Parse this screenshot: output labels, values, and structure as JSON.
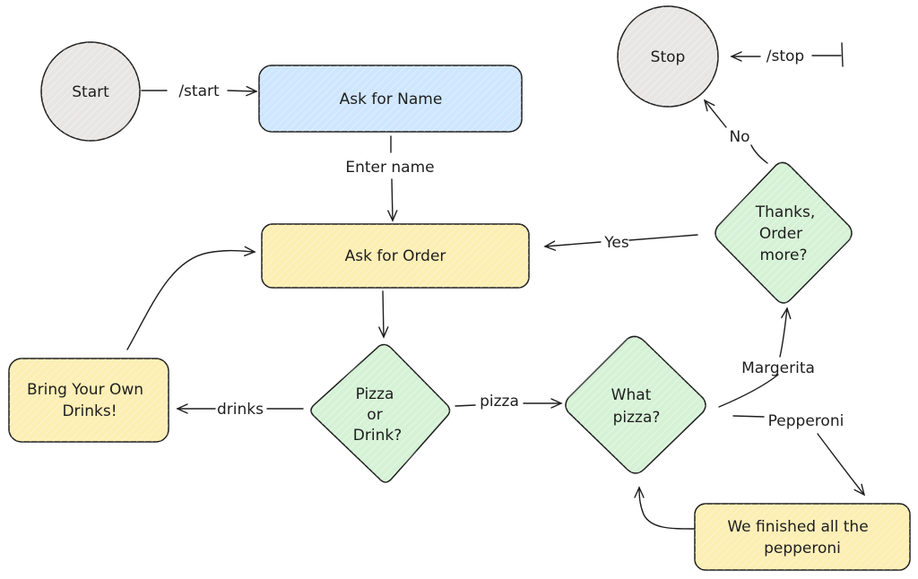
{
  "colors": {
    "terminal": "#e8e6e4",
    "blue": "#cfe6ff",
    "yellow": "#fdeeb3",
    "green": "#d6f2d6",
    "stroke": "#1e1e1e"
  },
  "nodes": {
    "start": "Start",
    "stop": "Stop",
    "ask_name": "Ask for Name",
    "ask_order": "Ask for Order",
    "byo_line1": "Bring Your Own",
    "byo_line2": "Drinks!",
    "pd_line1": "Pizza",
    "pd_line2": "or",
    "pd_line3": "Drink?",
    "wp_line1": "What",
    "wp_line2": "pizza?",
    "th_line1": "Thanks,",
    "th_line2": "Order",
    "th_line3": "more?",
    "fin_line1": "We finished all the",
    "fin_line2": "pepperoni"
  },
  "edges": {
    "start": "/start",
    "stop": "/stop",
    "enter_name": "Enter name",
    "yes": "Yes",
    "no": "No",
    "drinks": "drinks",
    "pizza": "pizza",
    "margerita": "Margerita",
    "pepperoni": "Pepperoni"
  }
}
